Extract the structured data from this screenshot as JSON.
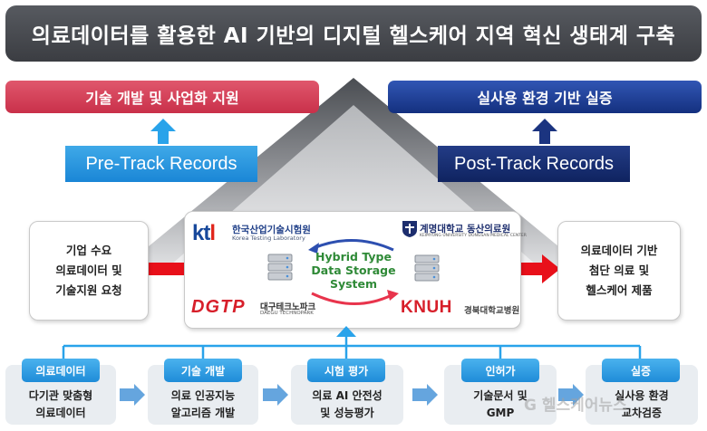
{
  "title": "의료데이터를 활용한 AI 기반의 디지털 헬스케어 지역 혁신 생태계 구축",
  "banners": {
    "left": "기술 개발 및 사업화 지원",
    "right": "실사용 환경 기반 실증"
  },
  "tracks": {
    "pre": "Pre-Track Records",
    "post": "Post-Track Records"
  },
  "left_box": [
    "기업 수요",
    "의료데이터 및",
    "기술지원 요청"
  ],
  "right_box": [
    "의료데이터 기반",
    "첨단 의료 및",
    "헬스케어 제품"
  ],
  "center": {
    "hybrid_lines": [
      "Hybrid Type",
      "Data Storage",
      "System"
    ],
    "ktl": {
      "mark_a": "kt",
      "mark_b": "l",
      "name": "한국산업기술시험원",
      "sub": "Korea Testing Laboratory"
    },
    "kmu": {
      "name": "계명대학교 동산의료원",
      "sub": "KEIMYUNG UNIVERSITY DONGSAN MEDICAL CENTER"
    },
    "dgtp": {
      "mark": "DGTP",
      "name": "대구테크노파크",
      "sub": "DAEGU TECHNOPARK"
    },
    "knuh": {
      "mark": "KNUH",
      "name": "경북대학교병원"
    }
  },
  "stages": [
    {
      "label": "의료데이터",
      "lines": [
        "다기관 맞춤형",
        "의료데이터"
      ]
    },
    {
      "label": "기술 개발",
      "lines": [
        "의료 인공지능",
        "알고리즘 개발"
      ]
    },
    {
      "label": "시험 평가",
      "lines": [
        "의료 AI 안전성",
        "및 성능평가"
      ]
    },
    {
      "label": "인허가",
      "lines": [
        "기술문서 및",
        "GMP"
      ]
    },
    {
      "label": "실증",
      "lines": [
        "실사용 환경",
        "교차검증"
      ]
    }
  ],
  "watermark": "G 헬스케어뉴스",
  "colors": {
    "title_bg": "#3b3d42",
    "red_banner": "#c9304a",
    "navy_banner": "#14307f",
    "sky_blue": "#1f8cd8",
    "red_arrow": "#e8101a",
    "hybrid_green": "#2f8a37"
  }
}
